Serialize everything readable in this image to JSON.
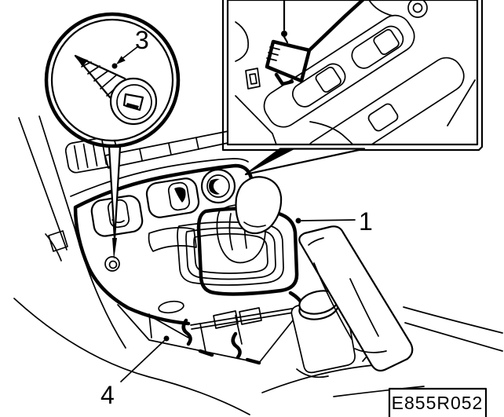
{
  "figure": {
    "reference_code": "E855R052",
    "callouts": [
      {
        "label": "1"
      },
      {
        "label": "3"
      },
      {
        "label": "4"
      }
    ]
  },
  "colors": {
    "line": "#000000",
    "background": "#ffffff"
  }
}
